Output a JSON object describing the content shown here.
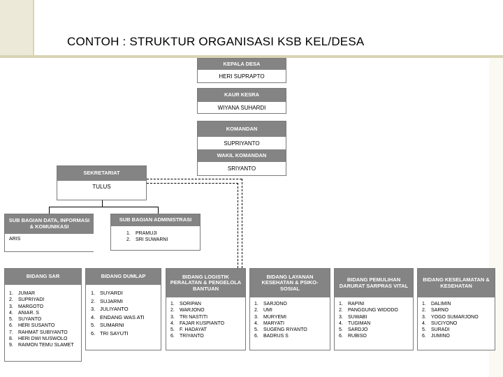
{
  "title": "CONTOH : STRUKTUR ORGANISASI KSB KEL/DESA",
  "kepala": {
    "role": "KEPALA DESA",
    "name": "HERI SUPRAPTO"
  },
  "kaur": {
    "role": "KAUR KESRA",
    "name": "WIYANA SUHARDI"
  },
  "komandan": {
    "role": "KOMANDAN",
    "name": "SUPRIYANTO"
  },
  "wakil": {
    "role": "WAKIL KOMANDAN",
    "name": "SRIYANTO"
  },
  "sekretariat": {
    "role": "SEKRETARIAT",
    "name": "TULUS"
  },
  "sub_data": {
    "role": "SUB BAGIAN DATA, INFORMASI & KOMUNIKASI",
    "name": "ARIS"
  },
  "sub_admin": {
    "role": "SUB BAGIAN ADMINISTRASI",
    "items": [
      {
        "n": "1.",
        "name": "PRAMUJI"
      },
      {
        "n": "2.",
        "name": "SRI SUWARNI"
      }
    ]
  },
  "bidang": [
    {
      "role": "BIDANG SAR",
      "items": [
        {
          "n": "1.",
          "name": "JUMAR"
        },
        {
          "n": "2.",
          "name": "SUPRIYADI"
        },
        {
          "n": "3.",
          "name": "MARGOTO"
        },
        {
          "n": "4.",
          "name": "ANIAR. S"
        },
        {
          "n": "5.",
          "name": "SUYANTO"
        },
        {
          "n": "6.",
          "name": "HERI SUSANTO"
        },
        {
          "n": "7.",
          "name": "RAHMAT SUBIYANTO"
        },
        {
          "n": "8.",
          "name": "HERI DWI NUSWOLO"
        },
        {
          "n": "9.",
          "name": "RAIMON TEMU SLAMET"
        }
      ]
    },
    {
      "role": "BIDANG DUMLAP",
      "items": [
        {
          "n": "1.",
          "name": "SUYARDI"
        },
        {
          "n": "2.",
          "name": "SUJARMI"
        },
        {
          "n": "3.",
          "name": "JULIYANTO"
        },
        {
          "n": "4.",
          "name": "ENDANG WAS ATI"
        },
        {
          "n": "5.",
          "name": "SUMARNI"
        },
        {
          "n": "6.",
          "name": "TRI SAYUTI"
        }
      ]
    },
    {
      "role": "BIDANG LOGISTIK PERALATAN & PENGELOLA BANTUAN",
      "items": [
        {
          "n": "1.",
          "name": "SORIPAN"
        },
        {
          "n": "2.",
          "name": "WARJONO"
        },
        {
          "n": "3.",
          "name": "TRI NASTITI"
        },
        {
          "n": "4.",
          "name": "FAJAR KUSPIANTO"
        },
        {
          "n": "5.",
          "name": "F. HADAYAT"
        },
        {
          "n": "6.",
          "name": "TRIYANTO"
        }
      ]
    },
    {
      "role": "BIDANG LAYANAN KESEHATAN & PSIKO-SOSIAL",
      "items": [
        {
          "n": "1.",
          "name": "SARJONO"
        },
        {
          "n": "2.",
          "name": "UMI"
        },
        {
          "n": "3.",
          "name": "MURYEMI"
        },
        {
          "n": "4.",
          "name": "MARYATI"
        },
        {
          "n": "5.",
          "name": "SUGENG RIYANTO"
        },
        {
          "n": "6.",
          "name": "BADRUS S"
        }
      ]
    },
    {
      "role": "BIDANG PEMULIHAN DARURAT SARPRAS VITAL",
      "items": [
        {
          "n": "1.",
          "name": "RAPINI"
        },
        {
          "n": "2.",
          "name": "PANGGUNG WIDODO"
        },
        {
          "n": "3.",
          "name": "SUWABI"
        },
        {
          "n": "4.",
          "name": "TUGIMAN"
        },
        {
          "n": "5.",
          "name": "SARDJO"
        },
        {
          "n": "6.",
          "name": "RUBISO"
        }
      ]
    },
    {
      "role": "BIDANG KESELAMATAN & KESEHATAN",
      "items": [
        {
          "n": "1.",
          "name": "DALIMIN"
        },
        {
          "n": "2.",
          "name": "SARNO"
        },
        {
          "n": "3.",
          "name": "YOGO SUMARJONO"
        },
        {
          "n": "4.",
          "name": "SUCIYONO"
        },
        {
          "n": "5.",
          "name": "SURADI"
        },
        {
          "n": "6.",
          "name": "JUMINO"
        }
      ]
    }
  ]
}
